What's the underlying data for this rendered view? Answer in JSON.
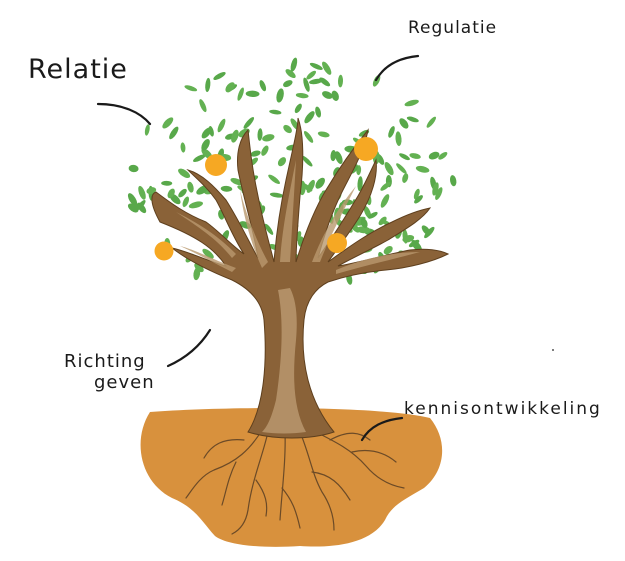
{
  "labels": {
    "relatie": "Relatie",
    "regulatie": "Regulatie",
    "richting_line1": "Richting",
    "richting_line2": "geven",
    "kennisontwikkeling": "kennisontwikkeling"
  },
  "colors": {
    "soil": "#d8913d",
    "trunk": "#8a6238",
    "trunk_light": "#b9986e",
    "leaf": "#63b152",
    "fruit": "#f6a823",
    "ink": "#1a1a1a"
  }
}
